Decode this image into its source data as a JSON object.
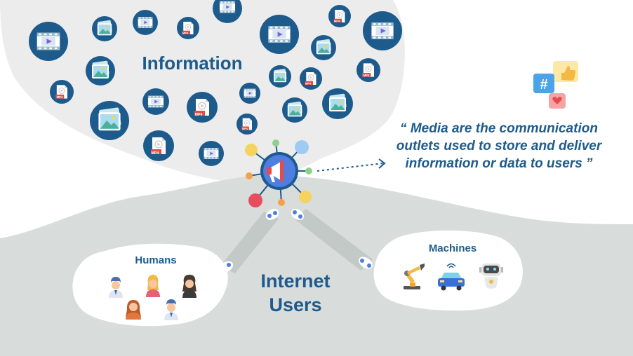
{
  "information_label": "Information",
  "quote": {
    "line1": "“ Media are the communication",
    "line2": "outlets used to store and deliver",
    "line3": "information or data to users ”"
  },
  "internet_users": {
    "line1": "Internet",
    "line2": "Users"
  },
  "humans_label": "Humans",
  "machines_label": "Machines",
  "mp4_text": "MP4",
  "hashtag_text": "#",
  "colors": {
    "brand_blue": "#1d5b8c",
    "gray_cloud": "#ececec",
    "gray_ground": "#d8dcdb",
    "video_icon": "#8fb3c9",
    "mp4_red": "#e84a4a",
    "image_teal": "#5cc0b8",
    "hub_blue": "#4f7de0"
  },
  "icons": [
    "video-file-icon",
    "image-file-icon",
    "mp4-file-icon",
    "megaphone-icon",
    "social-media-icon",
    "person-icon",
    "robot-arm-icon",
    "autonomous-car-icon",
    "robot-icon",
    "chain-link-icon"
  ]
}
